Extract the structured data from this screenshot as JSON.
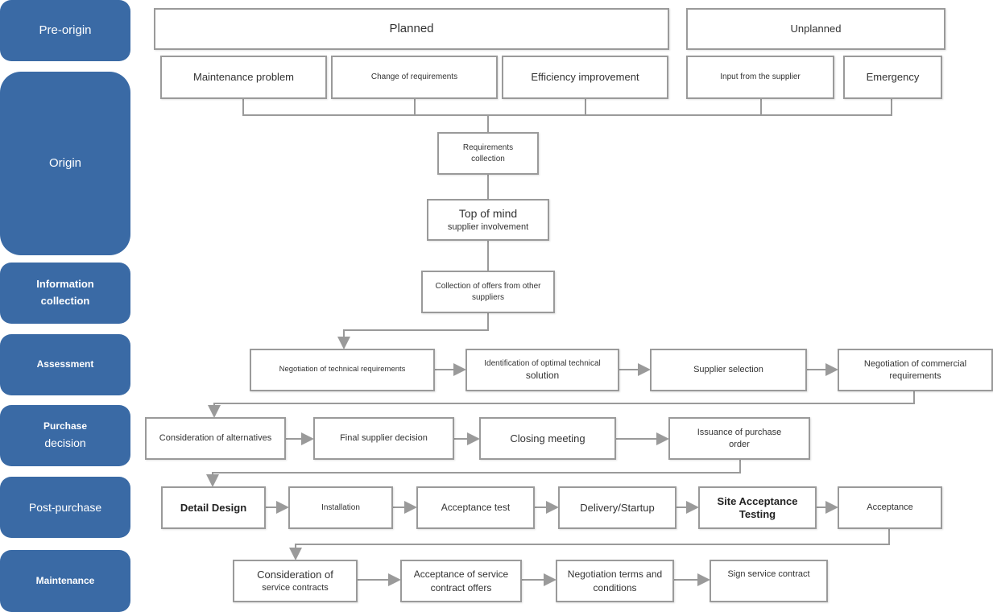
{
  "stages": {
    "pre_origin": "Pre-origin",
    "origin": "Origin",
    "information_collection": "Information collection",
    "assessment": "Assessment",
    "purchase_decision_1": "Purchase",
    "purchase_decision_2": "decision",
    "post_purchase": "Post-purchase",
    "maintenance": "Maintenance"
  },
  "pre_origin": {
    "planned": "Planned",
    "unplanned": "Unplanned",
    "maintenance_problem": "Maintenance problem",
    "change_of_requirements": "Change of requirements",
    "efficiency_improvement": "Efficiency improvement",
    "input_from_supplier": "Input from the supplier",
    "emergency": "Emergency"
  },
  "origin": {
    "requirements_collection": "Requirements collection",
    "top_of_mind": "Top of mind",
    "supplier_involvement": "supplier involvement"
  },
  "information_collection": {
    "collection_of_offers": "Collection of offers from other suppliers"
  },
  "assessment": {
    "negotiation_technical": "Negotiation of technical requirements",
    "identification_line1": "Identification of optimal technical",
    "identification_line2": "solution",
    "supplier_selection": "Supplier selection",
    "negotiation_commercial": "Negotiation of commercial requirements"
  },
  "purchase_decision": {
    "consideration_alternatives": "Consideration of alternatives",
    "final_supplier_decision": "Final supplier decision",
    "closing_meeting": "Closing meeting",
    "issuance_po": "Issuance of purchase order"
  },
  "post_purchase": {
    "detail_design": "Detail Design",
    "installation": "Installation",
    "acceptance_test": "Acceptance test",
    "delivery_startup": "Delivery/Startup",
    "site_acceptance_testing": "Site Acceptance Testing",
    "acceptance": "Acceptance"
  },
  "maintenance": {
    "consideration_service_line1": "Consideration of",
    "consideration_service_line2": "service contracts",
    "acceptance_service_offers": "Acceptance of service contract offers",
    "negotiation_terms": "Negotiation terms and conditions",
    "sign_service_contract": "Sign service contract"
  },
  "colors": {
    "stage_fill": "#3a6aa5",
    "box_border": "#9a9a9a",
    "connector": "#9a9a9a"
  }
}
